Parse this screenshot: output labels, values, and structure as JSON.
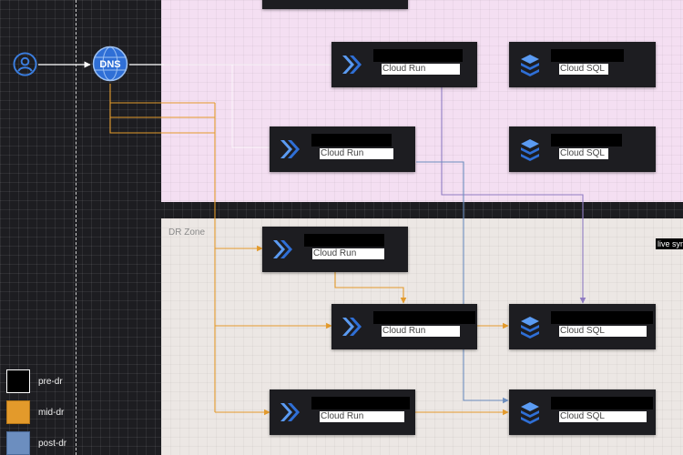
{
  "zones": {
    "dr_label": "DR Zone",
    "live_sync": "live sync"
  },
  "dns_label": "DNS",
  "services": {
    "p_run_1": "Cloud Run",
    "p_sql_1": "Cloud SQL",
    "p_run_2": "Cloud Run",
    "p_sql_2": "Cloud SQL",
    "dr_run_1": "Cloud Run",
    "dr_run_2": "Cloud Run",
    "dr_sql_1": "Cloud SQL",
    "dr_run_3": "Cloud Run",
    "dr_sql_2": "Cloud SQL"
  },
  "legend": [
    {
      "label": "pre-dr",
      "color": "#000000"
    },
    {
      "label": "mid-dr",
      "color": "#e39a2b"
    },
    {
      "label": "post-dr",
      "color": "#6c8ebf"
    }
  ],
  "colors": {
    "mid_dr": "#e39a2b",
    "post_dr": "#8f7bc2",
    "icon_blue": "#3b7ee0"
  }
}
